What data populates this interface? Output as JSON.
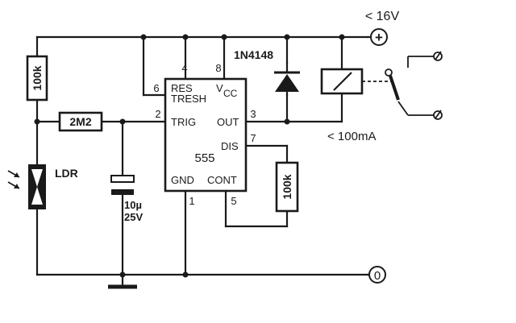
{
  "supply": {
    "voltage_label": "< 16V",
    "plus_symbol": "+",
    "zero_symbol": "0"
  },
  "ic": {
    "name": "555",
    "pins": {
      "res": "RES",
      "tresh": "TRESH",
      "trig": "TRIG",
      "out": "OUT",
      "dis": "DIS",
      "gnd": "GND",
      "cont": "CONT",
      "vcc": "V",
      "vcc_sub": "CC"
    },
    "pin_numbers": {
      "res": "4",
      "vcc": "8",
      "tresh": "6",
      "trig": "2",
      "out": "3",
      "dis": "7",
      "gnd": "1",
      "cont": "5"
    }
  },
  "components": {
    "r_top": "100k",
    "r_trig": "2M2",
    "r_dis": "100k",
    "ldr": "LDR",
    "diode": "1N4148",
    "cap_value": "10µ",
    "cap_voltage": "25V",
    "relay_current": "< 100mA"
  },
  "colors": {
    "ink": "#1a1a1a",
    "paper": "#ffffff"
  }
}
